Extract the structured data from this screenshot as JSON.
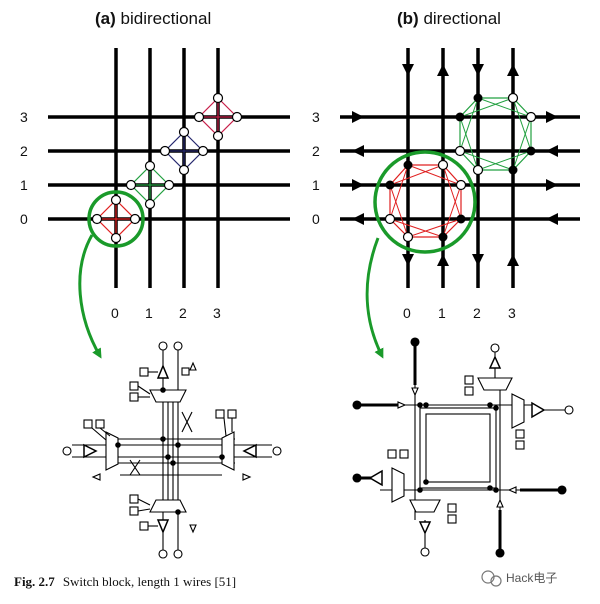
{
  "panel_a": {
    "letter": "(a)",
    "title": "bidirectional"
  },
  "panel_b": {
    "letter": "(b)",
    "title": "directional"
  },
  "row_labels": [
    "3",
    "2",
    "1",
    "0"
  ],
  "col_labels": [
    "0",
    "1",
    "2",
    "3"
  ],
  "caption": {
    "fig": "Fig. 2.7",
    "text": "Switch block, length 1 wires [51]"
  },
  "watermark": "Hack电子",
  "colors": {
    "wire": "#000000",
    "highlight": "#1a9a2a",
    "red": "#e02020",
    "green": "#22a040",
    "navy": "#26286e",
    "magenta": "#c8204a"
  }
}
